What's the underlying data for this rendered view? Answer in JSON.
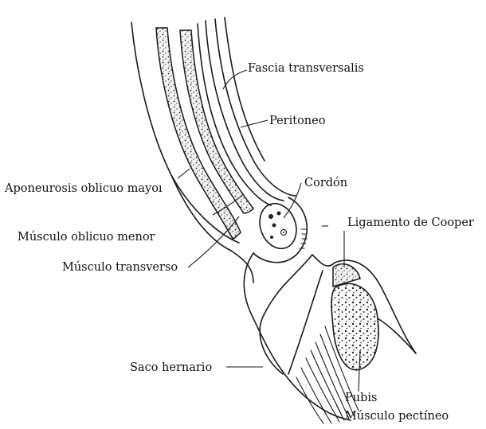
{
  "labels": {
    "fascia_transversalis": "Fascia transversalis",
    "peritoneo": "Peritoneo",
    "aponeurosis": "Aponeurosis oblicuo mayoı",
    "cordon": "Cordón",
    "ligamento_cooper": "Ligamento de Cooper",
    "oblicuo_menor": "Músculo oblicuo menor",
    "transverso": "Músculo transverso",
    "saco_hernario": "Saco hernario",
    "pubis": "Pubis",
    "pectineo": "Músculo pectíneo"
  }
}
